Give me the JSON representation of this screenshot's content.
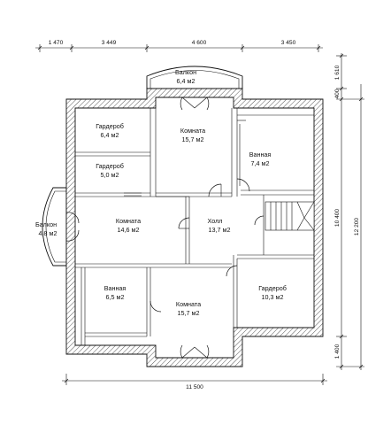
{
  "rooms": [
    {
      "name": "Балкон",
      "area": "6,4 м2"
    },
    {
      "name": "Гардероб",
      "area": "6,4 м2"
    },
    {
      "name": "Комната",
      "area": "15,7 м2"
    },
    {
      "name": "Ванная",
      "area": "7,4 м2"
    },
    {
      "name": "Гардероб",
      "area": "5,0 м2"
    },
    {
      "name": "Балкон",
      "area": "4,8 м2"
    },
    {
      "name": "Комната",
      "area": "14,6 м2"
    },
    {
      "name": "Холл",
      "area": "13,7 м2"
    },
    {
      "name": "Ванная",
      "area": "6,5 м2"
    },
    {
      "name": "Комната",
      "area": "15,7 м2"
    },
    {
      "name": "Гардероб",
      "area": "10,3 м2"
    }
  ],
  "dimensions": {
    "top": [
      "1 470",
      "3 449",
      "4 600",
      "3 450"
    ],
    "bottom": "11 500",
    "right_inner": [
      "1 610",
      "400",
      "10 400",
      "1 400"
    ],
    "right_outer": "12 200"
  }
}
